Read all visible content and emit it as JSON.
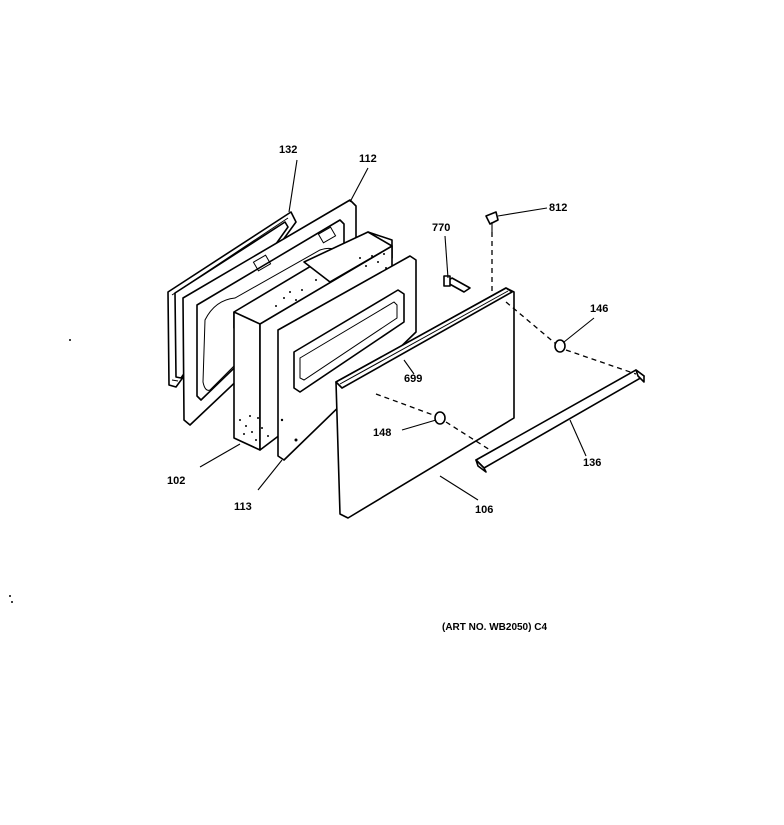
{
  "diagram": {
    "labels": {
      "p132": "132",
      "p112": "112",
      "p770": "770",
      "p812": "812",
      "p146": "146",
      "p699": "699",
      "p148": "148",
      "p136": "136",
      "p102": "102",
      "p113": "113",
      "p106": "106"
    },
    "art_number": "(ART NO. WB2050) C4"
  }
}
